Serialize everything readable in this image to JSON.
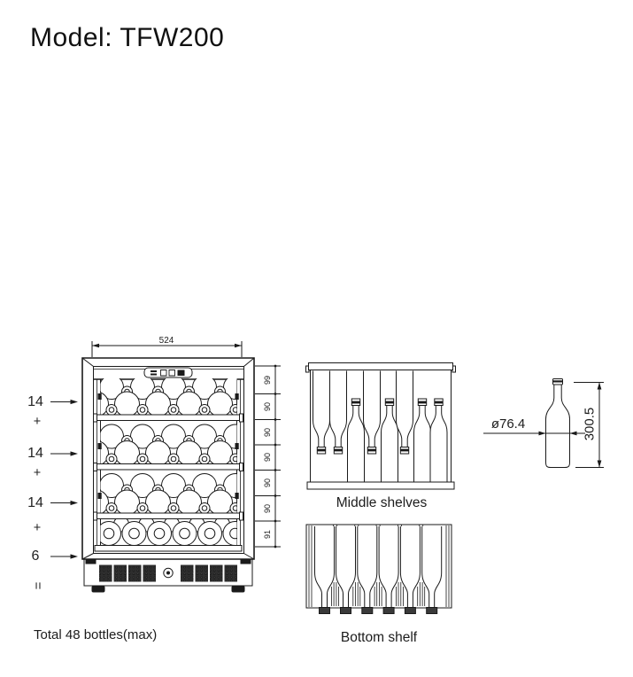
{
  "title": "Model: TFW200",
  "front_view": {
    "width_dim": "524",
    "height_dims": [
      "99",
      "90",
      "90",
      "90",
      "90",
      "90",
      "91"
    ],
    "shelf_counts": [
      "14",
      "14",
      "14"
    ],
    "plus_sign": "+",
    "bottom_count": "6",
    "equals_sign": "=",
    "total_caption": "Total 48 bottles(max)"
  },
  "middle_shelves_caption": "Middle shelves",
  "bottom_shelf_caption": "Bottom shelf",
  "bottle_detail": {
    "diameter_dim": "ø76.4",
    "height_dim": "300.5"
  },
  "colors": {
    "line": "#1a1a1a",
    "background": "#ffffff"
  }
}
